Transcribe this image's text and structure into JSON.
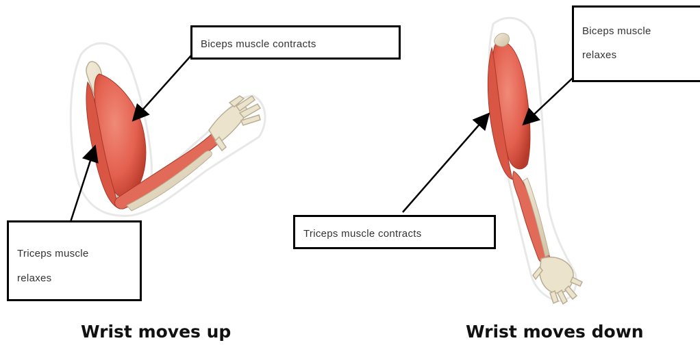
{
  "labels": {
    "biceps_left": "Biceps muscle contracts",
    "triceps_left_line1": "Triceps muscle",
    "triceps_left_line2": "relaxes",
    "biceps_right_line1": "Biceps muscle",
    "biceps_right_line2": "relaxes",
    "triceps_right": "Triceps muscle contracts"
  },
  "captions": {
    "left": "Wrist moves up",
    "right": "Wrist moves down"
  },
  "colors": {
    "muscle": "#e4604f",
    "muscle_dark": "#c2402f",
    "bone": "#e6dcc6",
    "bone_outline": "#b9ad92",
    "arrow": "#000000"
  }
}
